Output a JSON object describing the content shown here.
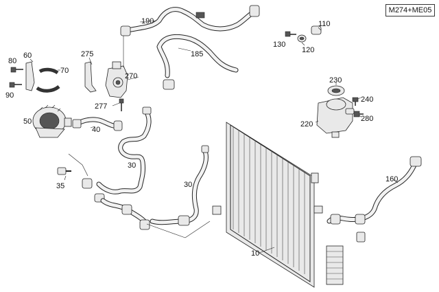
{
  "model_code": "M274+ME05",
  "callouts": {
    "c10": "10",
    "c30a": "30",
    "c30b": "30",
    "c35": "35",
    "c40": "40",
    "c50": "50",
    "c60": "60",
    "c70": "70",
    "c80": "80",
    "c90": "90",
    "c110": "110",
    "c120": "120",
    "c130": "130",
    "c160": "160",
    "c185": "185",
    "c190": "190",
    "c220": "220",
    "c230": "230",
    "c240": "240",
    "c270": "270",
    "c275": "275",
    "c277": "277",
    "c280": "280"
  }
}
